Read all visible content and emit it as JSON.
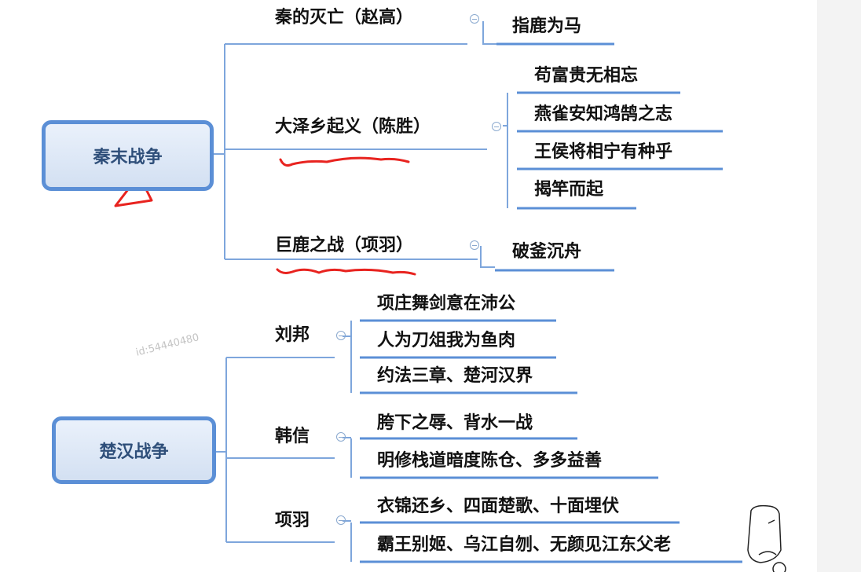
{
  "root1": {
    "label": "秦末战争",
    "children": [
      {
        "label": "秦的灭亡（赵高）",
        "children": [
          "指鹿为马"
        ]
      },
      {
        "label": "大泽乡起义（陈胜）",
        "children": [
          "苟富贵无相忘",
          "燕雀安知鸿鹄之志",
          "王侯将相宁有种乎",
          "揭竿而起"
        ]
      },
      {
        "label": "巨鹿之战（项羽）",
        "children": [
          "破釜沉舟"
        ]
      }
    ]
  },
  "root2": {
    "label": "楚汉战争",
    "children": [
      {
        "label": "刘邦",
        "children": [
          "项庄舞剑意在沛公",
          "人为刀俎我为鱼肉",
          "约法三章、楚河汉界"
        ]
      },
      {
        "label": "韩信",
        "children": [
          "胯下之辱、背水一战",
          "明修栈道暗度陈仓、多多益善"
        ]
      },
      {
        "label": "项羽",
        "children": [
          "衣锦还乡、四面楚歌、十面埋伏",
          "霸王别姬、乌江自刎、无颜见江东父老"
        ]
      }
    ]
  },
  "watermark": "id:54440480",
  "colors": {
    "line": "#5b8fd6",
    "annotation": "#e8231f"
  }
}
